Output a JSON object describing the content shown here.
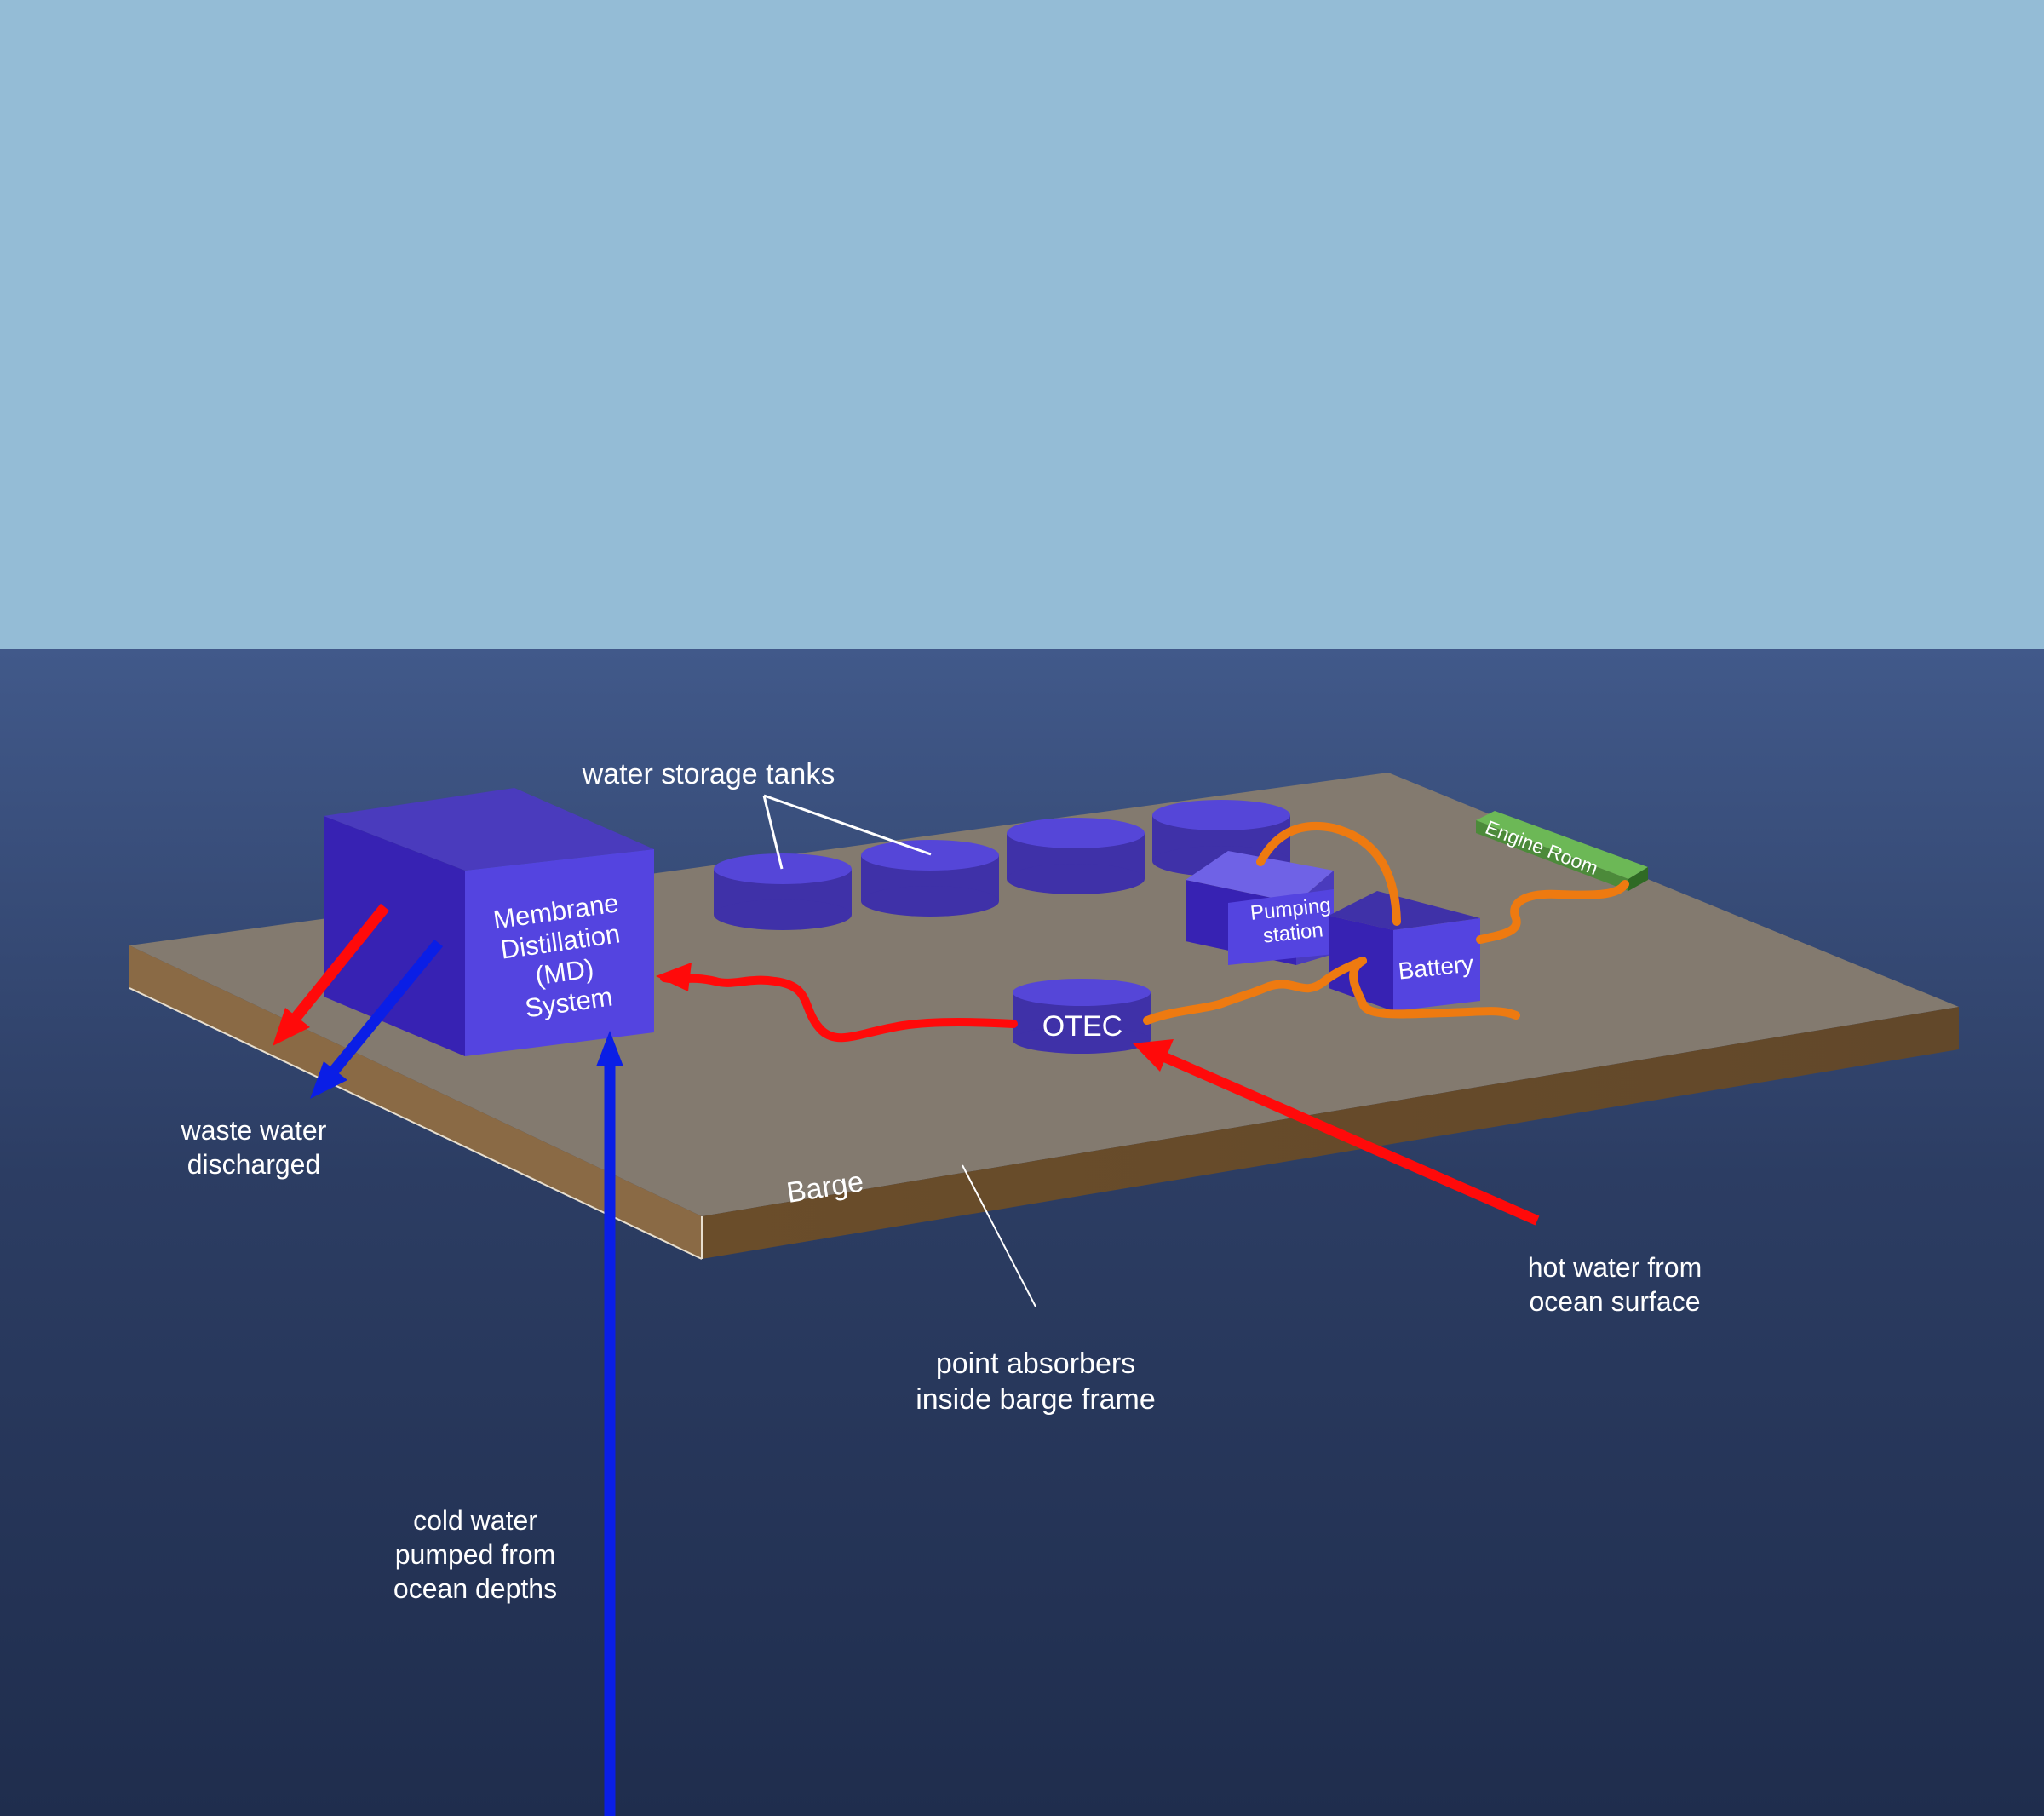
{
  "labels": {
    "water_storage_tanks": "water storage tanks",
    "md_line1": "Membrane",
    "md_line2": "Distillation",
    "md_line3": "(MD)",
    "md_line4": "System",
    "pumping_line1": "Pumping",
    "pumping_line2": "station",
    "battery": "Battery",
    "engine_room": "Engine Room",
    "otec": "OTEC",
    "barge": "Barge",
    "waste_line1": "waste water",
    "waste_line2": "discharged",
    "hot_line1": "hot water from",
    "hot_line2": "ocean surface",
    "absorbers_line1": "point absorbers",
    "absorbers_line2": "inside barge frame",
    "cold_line1": "cold water",
    "cold_line2": "pumped from",
    "cold_line3": "ocean depths"
  },
  "colors": {
    "sky": "#94bcd6",
    "ocean_top": "#41598a",
    "ocean_bottom": "#1f2d4d",
    "deck": "#837a6f",
    "barge_side": "#6a4d2a",
    "component_front": "#5444e0",
    "component_side": "#3722b3",
    "component_top": "#4a3bbd",
    "hot_water": "#ff0a0a",
    "cold_water": "#0a1ee6",
    "power_cable": "#ee7a10",
    "engine_room": "#6cb856"
  }
}
